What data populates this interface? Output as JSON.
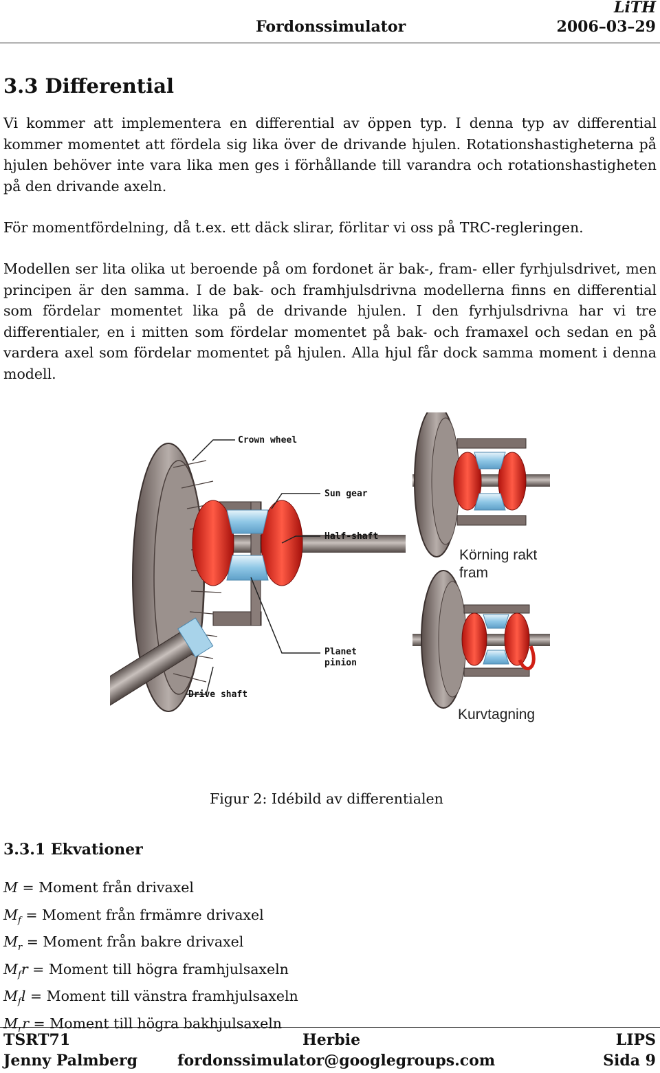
{
  "header": {
    "brand": "LiTH",
    "title": "Fordonssimulator",
    "date": "2006–03–29"
  },
  "section": {
    "title": "3.3   Differential",
    "paragraphs": [
      "Vi kommer att implementera en differential av öppen typ. I denna typ av differential kommer momentet att fördela sig lika över de drivande hjulen. Rotationshastigheterna på hjulen behöver inte vara lika men ges i förhållande till varandra och rotationshastigheten på den drivande axeln.",
      "För momentfördelning, då t.ex. ett däck slirar, förlitar vi oss på TRC-regleringen.",
      "Modellen ser lita olika ut beroende på om fordonet är bak-, fram- eller fyrhjulsdrivet, men principen är den samma. I de bak- och framhjulsdrivna modellerna finns en differential som fördelar momentet lika på de drivande hjulen. I den fyrhjulsdrivna har vi tre differentialer, en i mitten som fördelar momentet på bak- och framaxel och sedan en på vardera axel som fördelar momentet på hjulen. Alla hjul får dock samma moment i denna modell."
    ]
  },
  "figure": {
    "labels": {
      "crown_wheel": "Crown wheel",
      "sun_gear": "Sun gear",
      "half_shaft": "Half-shaft",
      "planet_pinion_1": "Planet",
      "planet_pinion_2": "pinion",
      "drive_shaft": "Drive shaft",
      "straight_1": "Körning rakt",
      "straight_2": "fram",
      "cornering": "Kurvtagning"
    },
    "caption": "Figur 2: Idébild av differentialen"
  },
  "subsection": {
    "title": "3.3.1   Ekvationer",
    "equations": [
      {
        "sym": "M",
        "sub": "",
        "suffix": "",
        "text": " = Moment från drivaxel"
      },
      {
        "sym": "M",
        "sub": "f",
        "suffix": "",
        "text": " = Moment från frmämre drivaxel"
      },
      {
        "sym": "M",
        "sub": "r",
        "suffix": "",
        "text": " = Moment från bakre drivaxel"
      },
      {
        "sym": "M",
        "sub": "f",
        "suffix": "r",
        "text": " = Moment till högra framhjulsaxeln"
      },
      {
        "sym": "M",
        "sub": "f",
        "suffix": "l",
        "text": " = Moment till vänstra framhjulsaxeln"
      },
      {
        "sym": "M",
        "sub": "r",
        "suffix": "r",
        "text": " = Moment till högra bakhjulsaxeln"
      }
    ]
  },
  "footer": {
    "course": "TSRT71",
    "project": "Herbie",
    "group": "LIPS",
    "author": "Jenny Palmberg",
    "email": "fordonssimulator@googlegroups.com",
    "page": "Sida 9"
  }
}
